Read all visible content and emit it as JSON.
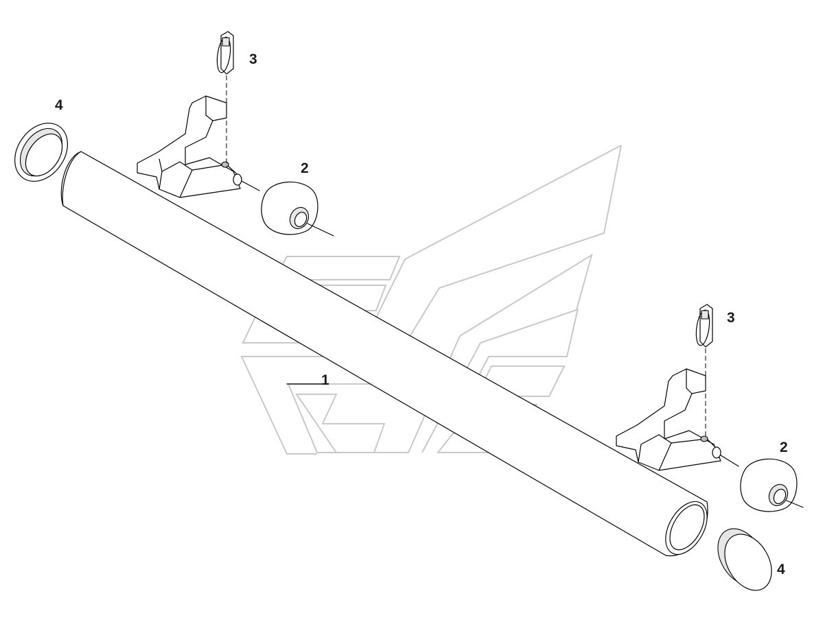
{
  "callouts": [
    {
      "id": "c1",
      "label": "1"
    },
    {
      "id": "c2a",
      "label": "2"
    },
    {
      "id": "c2b",
      "label": "2"
    },
    {
      "id": "c3a",
      "label": "3"
    },
    {
      "id": "c3b",
      "label": "3"
    },
    {
      "id": "c4a",
      "label": "4"
    },
    {
      "id": "c4b",
      "label": "4"
    }
  ]
}
